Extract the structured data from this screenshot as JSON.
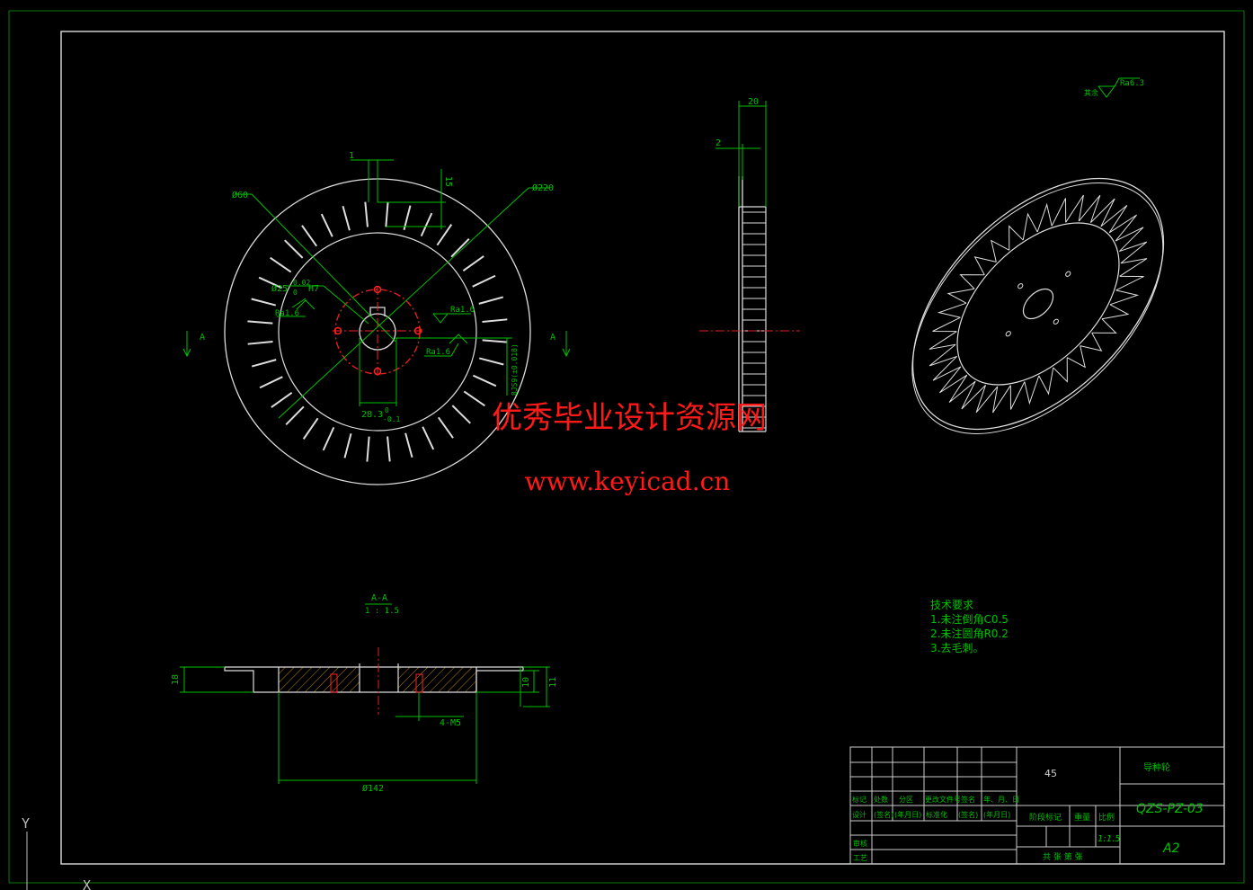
{
  "watermark": {
    "title": "优秀毕业设计资源网",
    "url": "www.keyicad.cn"
  },
  "colors": {
    "background": "#000000",
    "frame": "#ffffff",
    "dimension": "#00c000",
    "center_line": "#ff2020",
    "watermark": "#ff1a1a"
  },
  "front_view": {
    "dims": {
      "d60": "Ø60",
      "d220": "Ø220",
      "d25": "Ø25",
      "d25_tol_upper": "0.02",
      "d25_tol_lower": "0",
      "d25_fit": "H7",
      "ra_a": "Ra1.6",
      "ra_b": "Ra1.6",
      "ra_c": "Ra1.6",
      "width_1": "1",
      "slot_15": "15",
      "key_28": "28.3",
      "key_28_upper": "0",
      "key_28_lower": "-0.1",
      "depth_val": "8JS9(±0.018)",
      "section_left": "A",
      "section_right": "A"
    }
  },
  "side_view": {
    "dims": {
      "w20": "20",
      "w2": "2"
    }
  },
  "roughness_note": {
    "prefix": "其余",
    "value": "Ra6.3"
  },
  "section_view": {
    "title": "A-A",
    "scale": "1 : 1.5",
    "dims": {
      "h18": "18",
      "h10": "10",
      "h11": "11",
      "thread": "4-M5",
      "d142": "Ø142"
    }
  },
  "tech_requirements": {
    "title": "技术要求",
    "items": [
      "1.未注倒角C0.5",
      "2.未注圆角R0.2",
      "3.去毛刺。"
    ]
  },
  "title_block": {
    "material": "45",
    "part_name": "导种轮",
    "drawing_number": "QZS-PZ-03",
    "sheet_size": "A2",
    "scale": "1:1.5",
    "headers_row1": [
      "标记",
      "处数",
      "分区",
      "更改文件号",
      "签名",
      "年、月、日"
    ],
    "headers_row2": [
      "设计",
      "(签名)",
      "(年月日)",
      "标准化",
      "(签名)",
      "(年月日)"
    ],
    "headers_stage": [
      "阶段标记",
      "重量",
      "比例"
    ],
    "row_check": "审核",
    "row_process": "工艺",
    "sheet_count": "共  张  第  张"
  },
  "ucs": {
    "y_label": "Y",
    "x_label": "X"
  }
}
